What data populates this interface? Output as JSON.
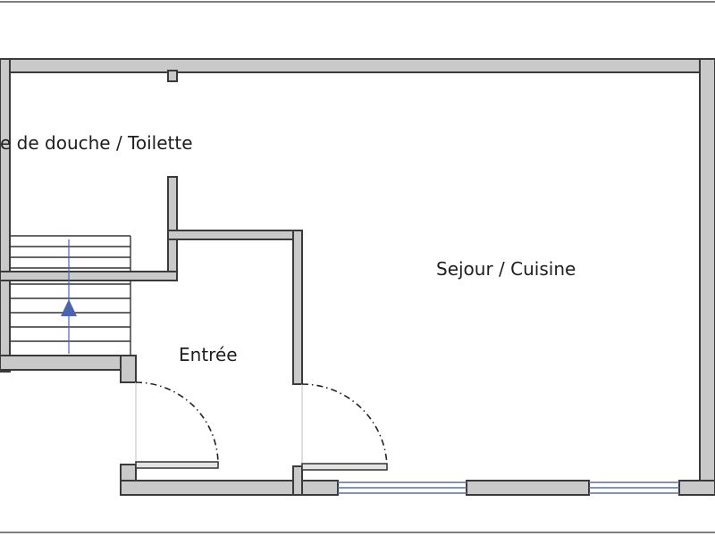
{
  "rooms": [
    {
      "id": "bath",
      "label": "e de douche / Toilette"
    },
    {
      "id": "living",
      "label": "Sejour / Cuisine"
    },
    {
      "id": "entry",
      "label": "Entrée"
    }
  ],
  "icons": {
    "stair_arrow": "up-arrow-icon"
  },
  "colors": {
    "wall_fill": "#c9c9c9",
    "wall_stroke": "#3a3a3a",
    "window": "#5f6fa8",
    "stair_arrow": "#4a63b5"
  }
}
